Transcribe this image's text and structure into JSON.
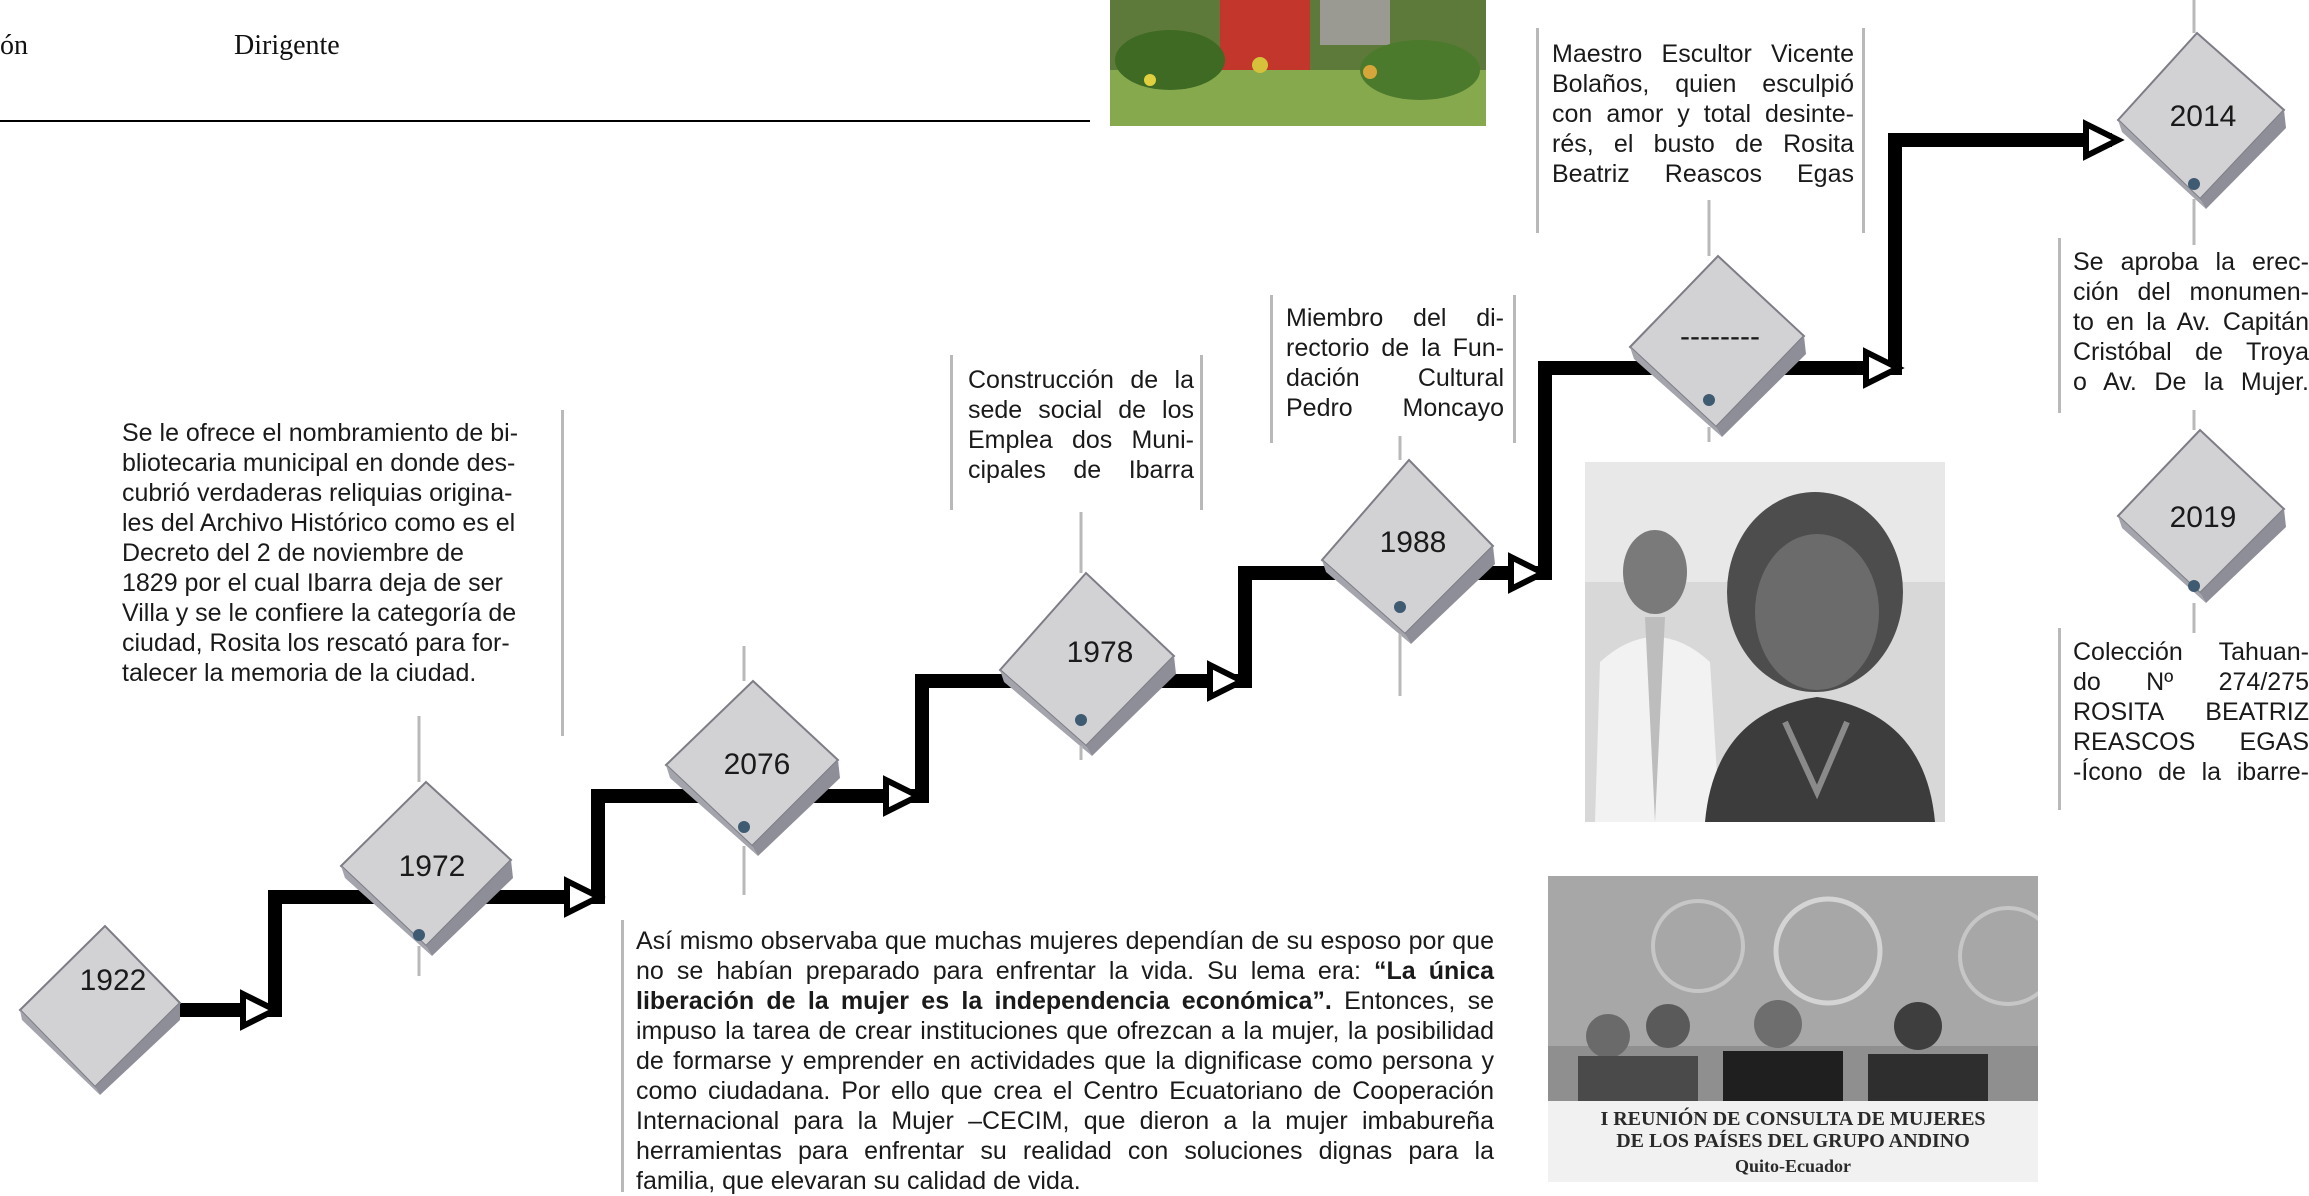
{
  "header": {
    "left_fragment": "ón",
    "role": "Dirigente"
  },
  "timeline": {
    "nodes": [
      {
        "id": "1922",
        "label": "1922"
      },
      {
        "id": "1972",
        "label": "1972"
      },
      {
        "id": "2076",
        "label": "2076"
      },
      {
        "id": "1978",
        "label": "1978"
      },
      {
        "id": "1988",
        "label": "1988"
      },
      {
        "id": "dash",
        "label": "--------"
      },
      {
        "id": "2014",
        "label": "2014"
      },
      {
        "id": "2019",
        "label": "2019"
      }
    ]
  },
  "captions": {
    "c1972": [
      "Se le ofrece el nombramiento de bi-",
      "bliotecaria municipal en donde des-",
      "cubrió verdaderas reliquias origina-",
      "les del Archivo Histórico como es el",
      "Decreto del 2 de noviembre de",
      "1829 por el cual Ibarra deja de ser",
      "Villa y se le confiere la categoría de",
      "ciudad, Rosita los rescató para for-",
      "talecer la memoria de la ciudad."
    ],
    "c1978": [
      "Construcción de la",
      "sede social de los",
      "Emplea dos Muni-",
      "cipales de Ibarra"
    ],
    "c1988": [
      "Miembro del di-",
      "rectorio de la Fun-",
      "dación Cultural",
      "Pedro Moncayo"
    ],
    "cdash": [
      "Maestro Escultor Vicente",
      "Bolaños, quien esculpió",
      "con amor y total desinte-",
      "rés, el busto de Rosita",
      "Beatriz Reascos Egas"
    ],
    "c2014": [
      "Se aproba la erec-",
      "ción del monumen-",
      "to en la Av. Capitán",
      "Cristóbal de Troya",
      "o Av. De la Mujer."
    ],
    "c2019": [
      "Colección Tahuan-",
      "do Nº 274/275",
      "ROSITA BEATRIZ",
      "REASCOS EGAS",
      "-Ícono de la ibarre-"
    ]
  },
  "long_text": {
    "intro": "Así mismo observaba que muchas mujeres dependían de su esposo por que no se habían preparado para enfrentar la vida. Su lema era: ",
    "motto": "“La única liberación de la mujer es la independencia económica”.",
    "rest": " Entonces, se impuso la tarea de crear instituciones que ofrezcan a la mujer, la posibilidad de formarse y emprender en actividades que la dignificase como persona y como ciudadana. Por ello que crea el Centro Ecuatoriano de Cooperación Internacional para la Mujer –CECIM, que dieron a la mujer imbabureña herramientas para enfrentar su realidad con soluciones dignas para la familia, que elevaran su calidad de vida."
  },
  "photo_banner": {
    "line1": "I REUNIÓN DE CONSULTA DE MUJERES",
    "line2": "DE LOS PAÍSES DEL GRUPO ANDINO",
    "line3": "Quito-Ecuador"
  },
  "colors": {
    "diamond_face": "#d2d2d4",
    "diamond_side": "#8e8e98",
    "path": "#000000",
    "connector": "#b9b9b9"
  }
}
